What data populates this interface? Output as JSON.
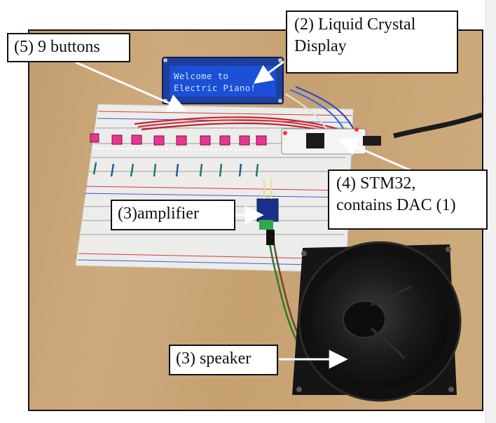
{
  "lcd_screen": {
    "line1": "Welcome to",
    "line2": "Electric Piano!"
  },
  "callouts": {
    "buttons": "(5) 9 buttons",
    "lcd": [
      "(2) Liquid Crystal",
      "Display"
    ],
    "stm32": [
      "(4) STM32,",
      "contains DAC (1)"
    ],
    "amplifier": "(3)amplifier",
    "speaker": "(3) speaker"
  },
  "colors": {
    "wood": "#c9a679",
    "breadboard": "#ececea",
    "lcd_blue": "#1a4fd6",
    "button_pink": "#e8368f",
    "board_green": "#0f5a2e",
    "callout_border": "#111111"
  }
}
